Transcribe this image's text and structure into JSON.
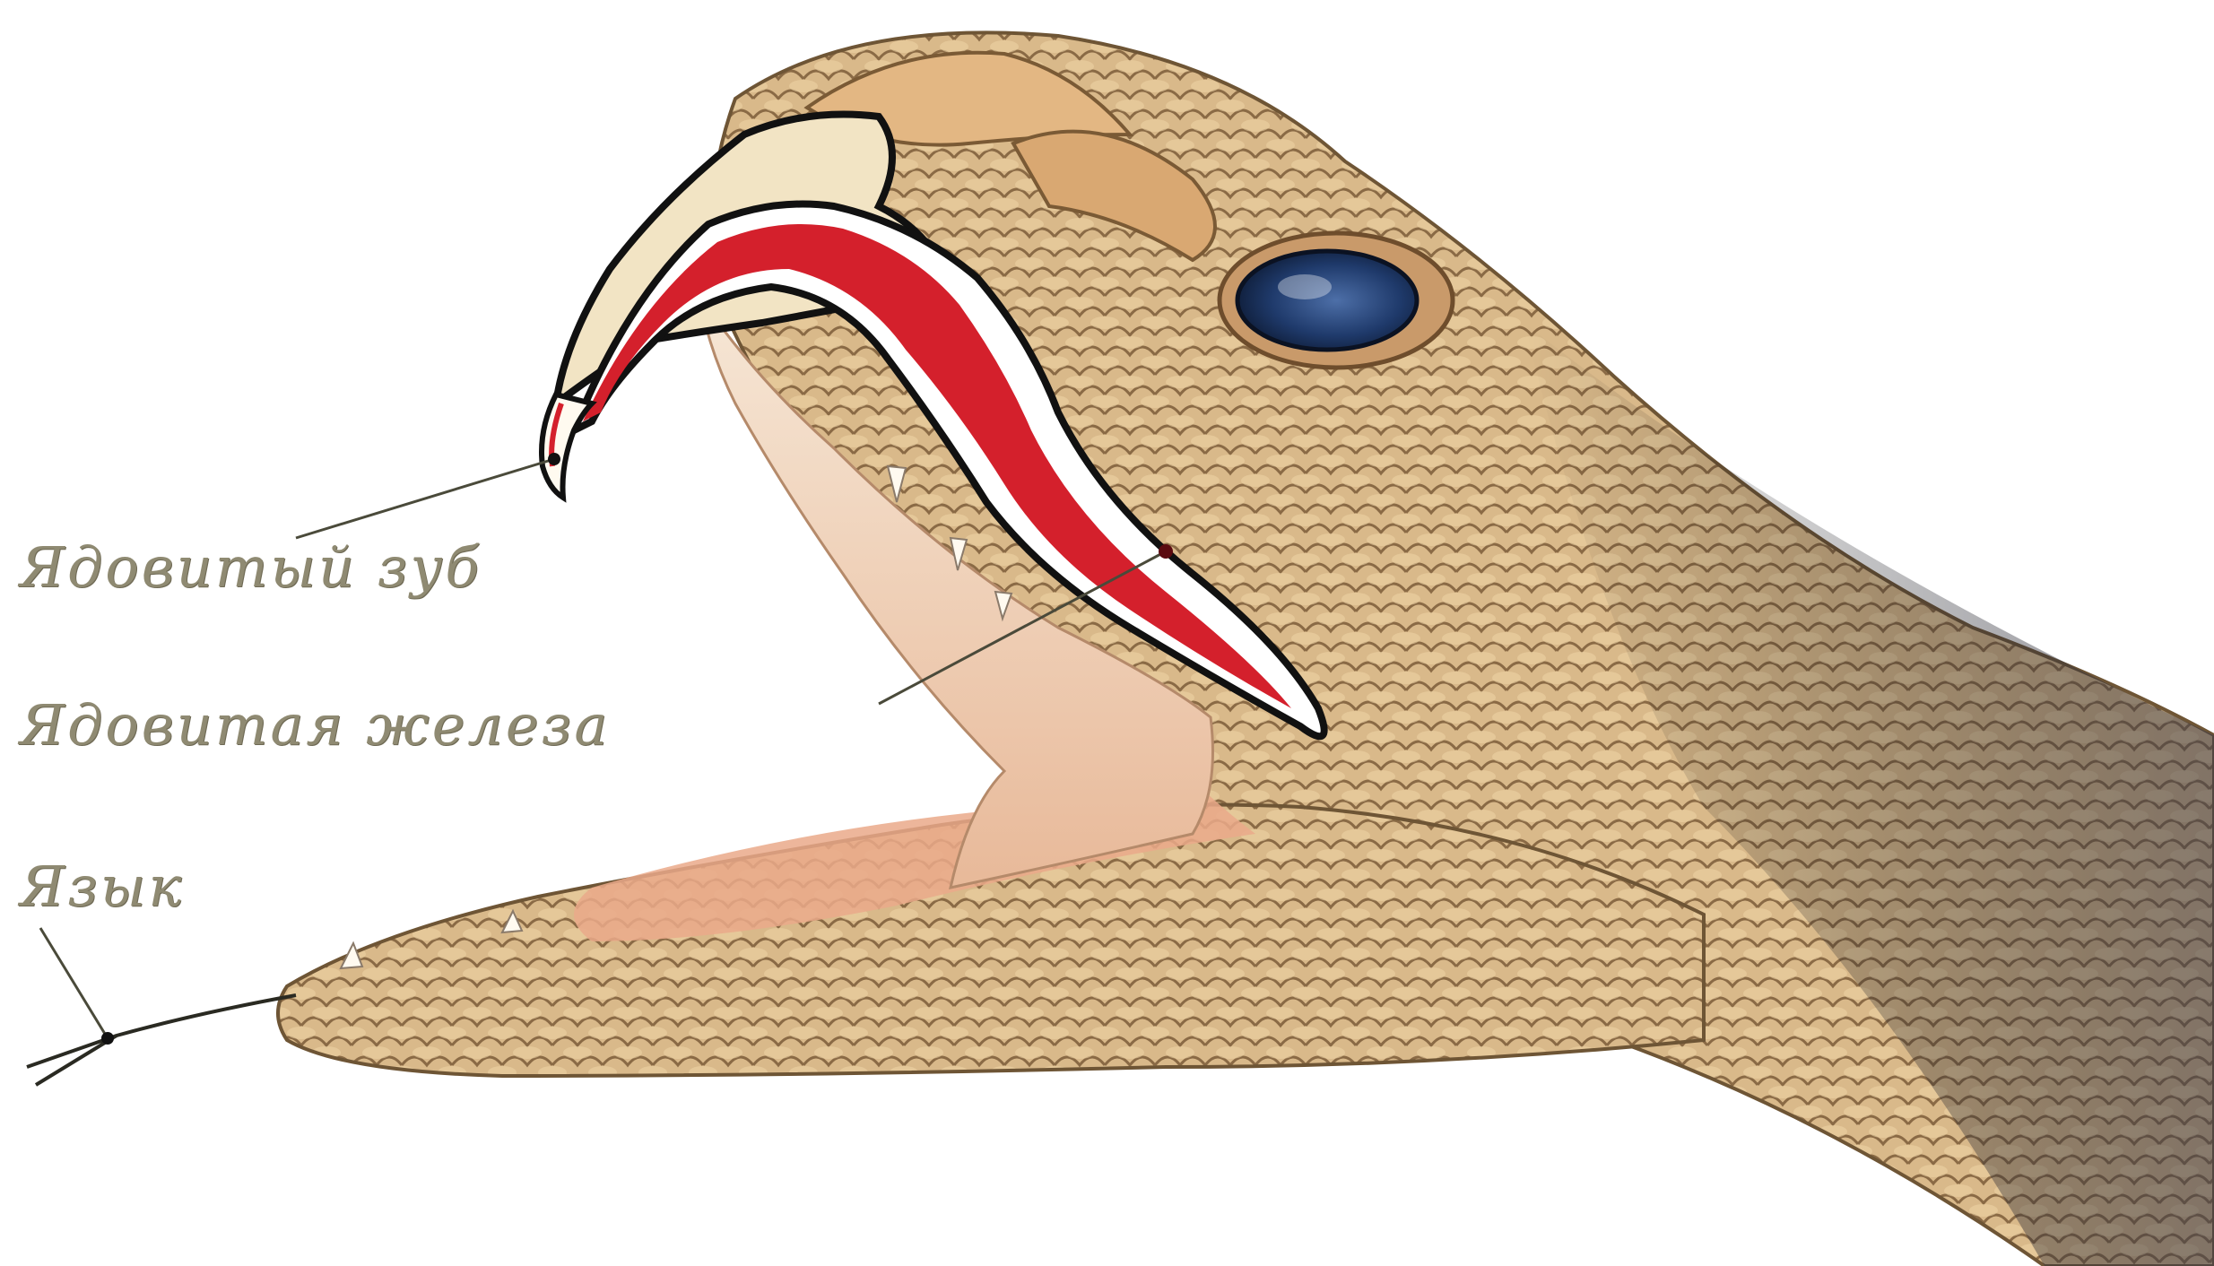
{
  "labels": {
    "fang": "Ядовитый зуб",
    "gland": "Ядовитая железа",
    "tongue": "Язык"
  },
  "colors": {
    "background": "#ffffff",
    "scales": "#d9b98a",
    "scale_outline": "#8a6a45",
    "venom_gland": "#d4202c",
    "mouth_lining": "#efdcc5",
    "eye": "#1f3a6b",
    "label_text": "#8f8a72",
    "leader_line": "#4a4a3a"
  },
  "icons": {
    "fang": "fang-icon",
    "gland": "venom-gland-icon",
    "eye": "eye-icon",
    "tongue": "forked-tongue-icon"
  }
}
